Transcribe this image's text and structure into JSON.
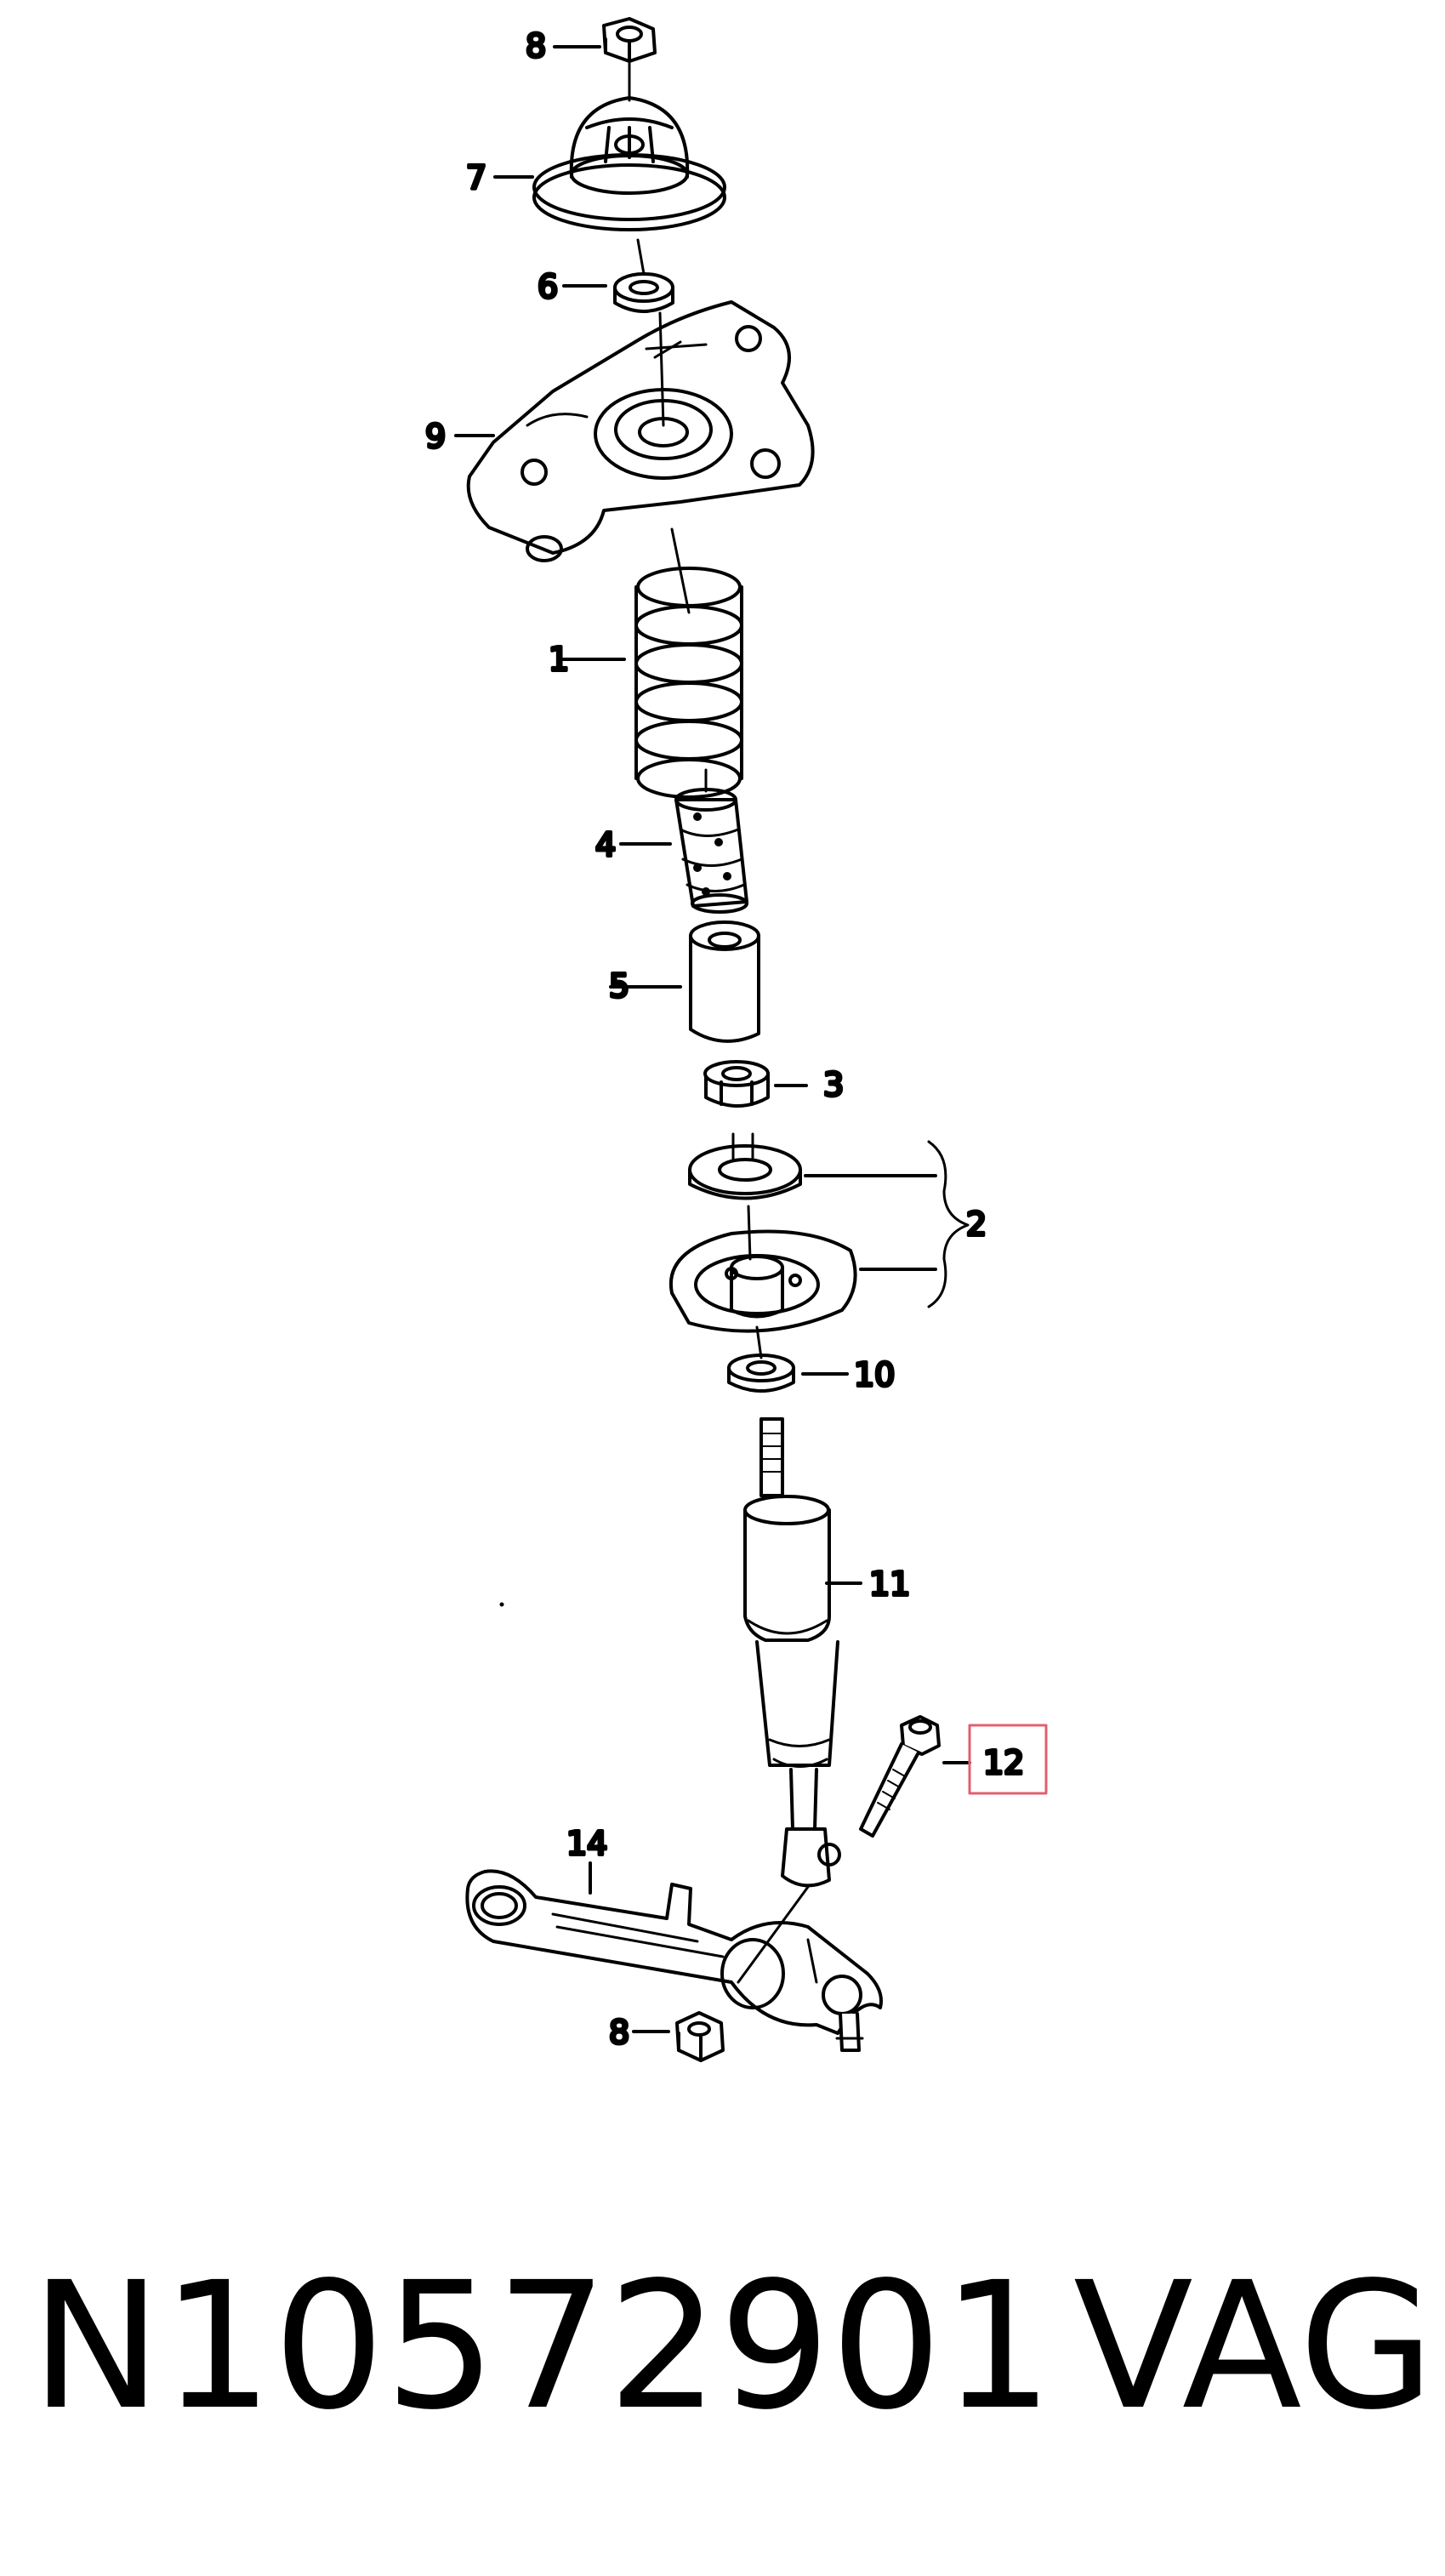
{
  "callouts": {
    "c8_top": "8",
    "c7": "7",
    "c6": "6",
    "c9": "9",
    "c1": "1",
    "c4": "4",
    "c5": "5",
    "c3": "3",
    "c2": "2",
    "c10": "10",
    "c11": "11",
    "c12": "12",
    "c14": "14",
    "c8_bottom": "8"
  },
  "highlight": {
    "callout": "12",
    "color": "#e06070"
  },
  "caption": {
    "part_number": "N10572901",
    "brand": "VAG"
  }
}
